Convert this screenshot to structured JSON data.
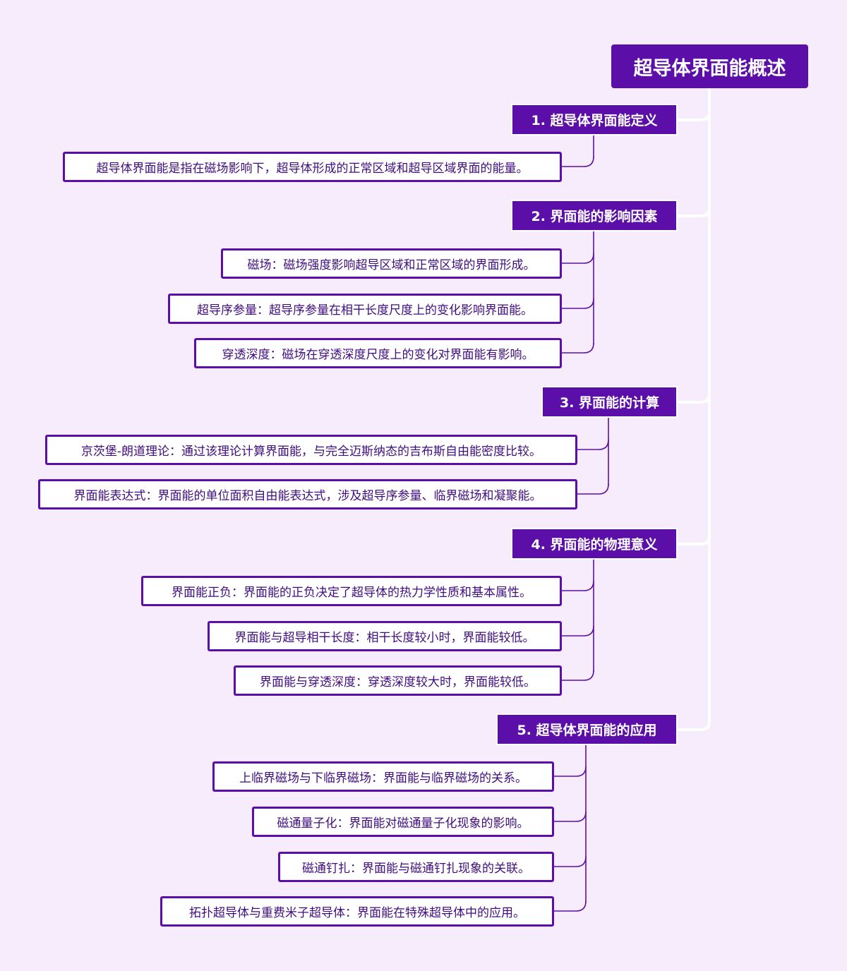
{
  "colors": {
    "background": "#f7ecfc",
    "node_fill": "#5b0fa8",
    "leaf_border": "#5b0fa8",
    "leaf_text": "#3f0d80",
    "trunk_line": "#ffffff",
    "branch_line": "#5b0fa8"
  },
  "root": {
    "label": "超导体界面能概述"
  },
  "sections": [
    {
      "label": "1. 超导体界面能定义",
      "items": [
        "超导体界面能是指在磁场影响下，超导体形成的正常区域和超导区域界面的能量。"
      ]
    },
    {
      "label": "2. 界面能的影响因素",
      "items": [
        "磁场：磁场强度影响超导区域和正常区域的界面形成。",
        "超导序参量：超导序参量在相干长度尺度上的变化影响界面能。",
        "穿透深度：磁场在穿透深度尺度上的变化对界面能有影响。"
      ]
    },
    {
      "label": "3. 界面能的计算",
      "items": [
        "京茨堡-朗道理论：通过该理论计算界面能，与完全迈斯纳态的吉布斯自由能密度比较。",
        "界面能表达式：界面能的单位面积自由能表达式，涉及超导序参量、临界磁场和凝聚能。"
      ]
    },
    {
      "label": "4. 界面能的物理意义",
      "items": [
        "界面能正负：界面能的正负决定了超导体的热力学性质和基本属性。",
        "界面能与超导相干长度：相干长度较小时，界面能较低。",
        "界面能与穿透深度：穿透深度较大时，界面能较低。"
      ]
    },
    {
      "label": "5. 超导体界面能的应用",
      "items": [
        "上临界磁场与下临界磁场：界面能与临界磁场的关系。",
        "磁通量子化：界面能对磁通量子化现象的影响。",
        "磁通钉扎：界面能与磁通钉扎现象的关联。",
        "拓扑超导体与重费米子超导体：界面能在特殊超导体中的应用。"
      ]
    }
  ]
}
